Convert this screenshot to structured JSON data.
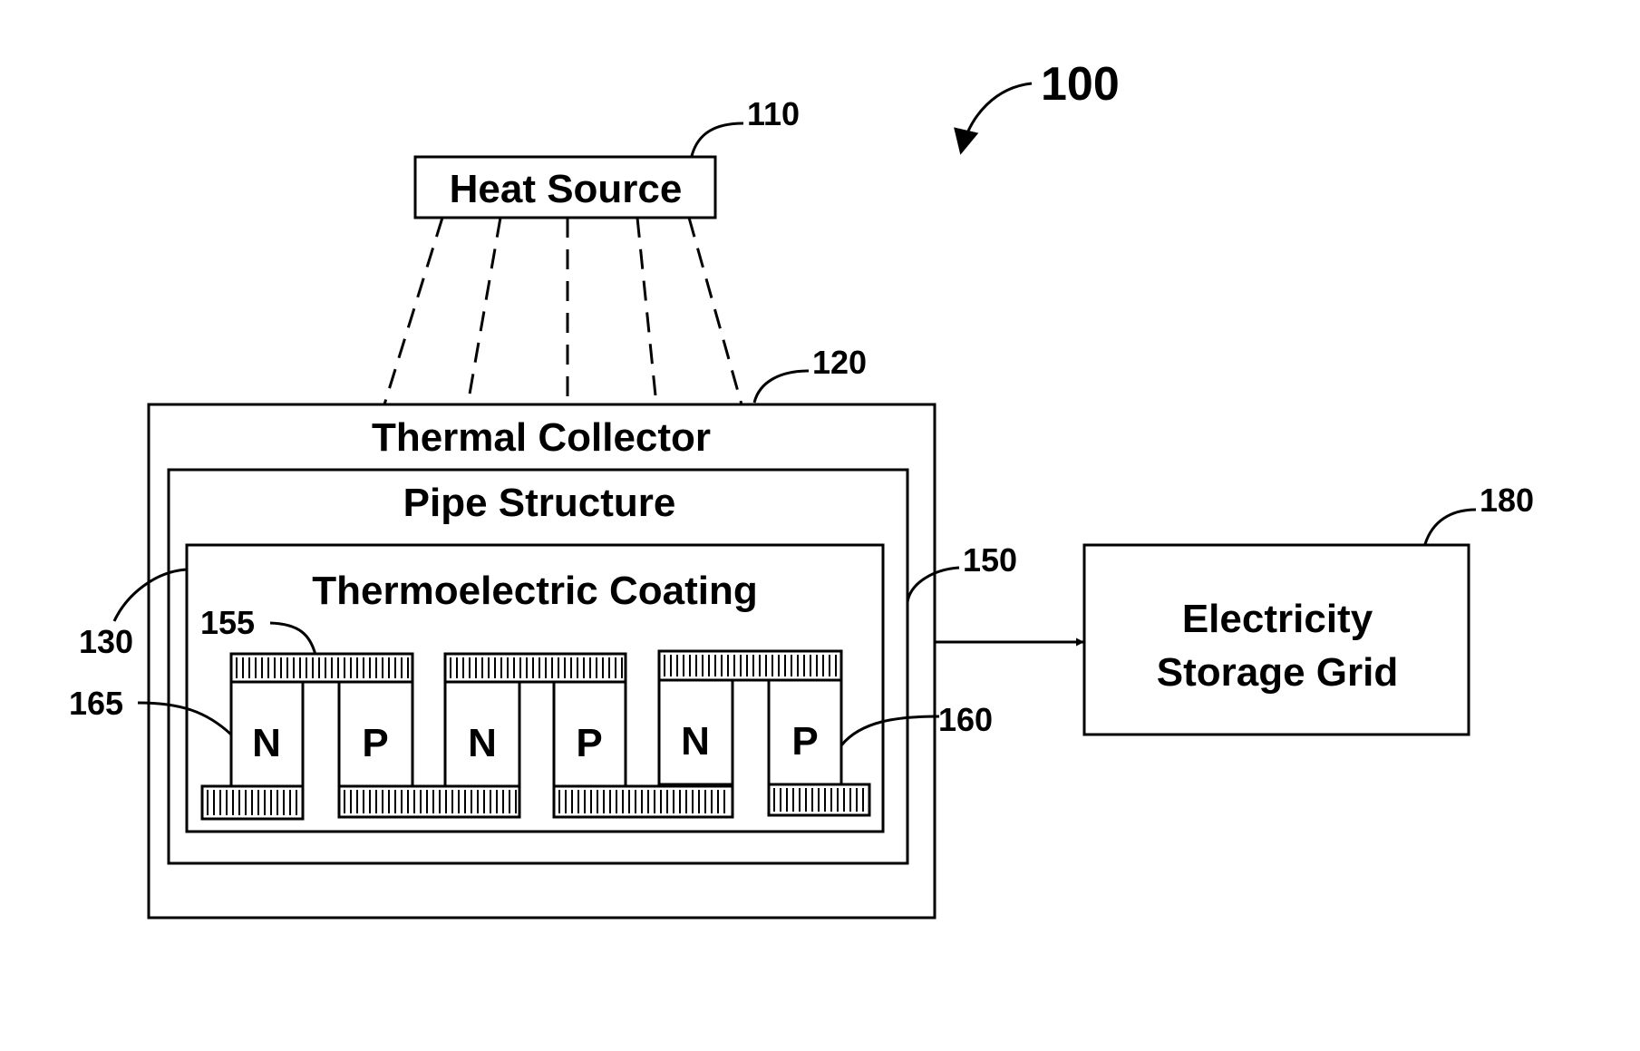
{
  "figure_number": "100",
  "heat_source": {
    "label": "Heat Source",
    "ref": "110"
  },
  "thermal_collector": {
    "label": "Thermal Collector",
    "ref": "120"
  },
  "pipe_structure": {
    "label": "Pipe Structure",
    "ref": "150"
  },
  "thermoelectric_coating": {
    "label": "Thermoelectric Coating",
    "ref": "130"
  },
  "top_conductor": {
    "ref": "155"
  },
  "bottom_conductor": {
    "ref": "165"
  },
  "pn_element": {
    "ref": "160"
  },
  "semiconductors": [
    "N",
    "P",
    "N",
    "P",
    "N",
    "P"
  ],
  "storage": {
    "line1": "Electricity",
    "line2": "Storage Grid",
    "ref": "180"
  }
}
